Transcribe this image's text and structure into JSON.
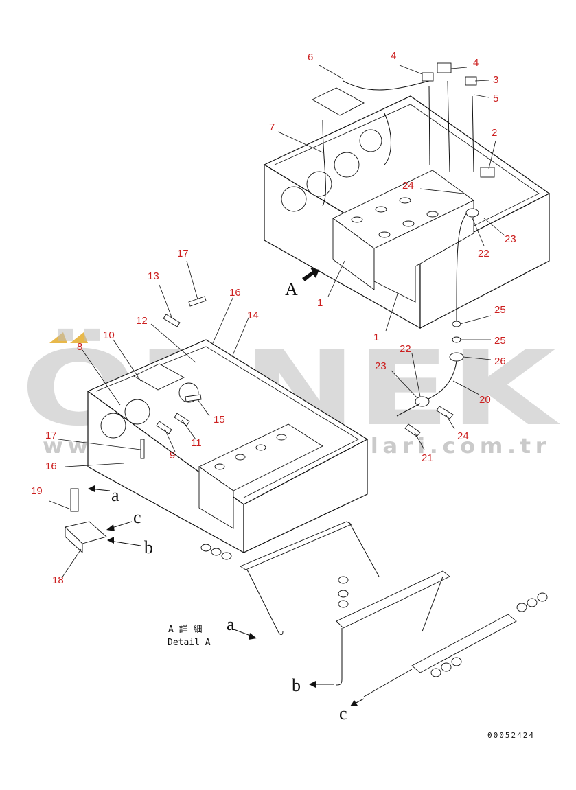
{
  "watermark": {
    "brand": "ÖRNEK",
    "url": "www.ornekismakinalari.com.tr",
    "accent_color": "#e8b84a"
  },
  "views": {
    "view_marker": "A",
    "detail_title_jp": "A 詳 細",
    "detail_title_en": "Detail A",
    "drawing_number": "00052424"
  },
  "arrows": {
    "a": "a",
    "b": "b",
    "c": "c"
  },
  "callouts": [
    {
      "id": "c6",
      "text": "6"
    },
    {
      "id": "c4a",
      "text": "4"
    },
    {
      "id": "c4b",
      "text": "4"
    },
    {
      "id": "c3",
      "text": "3"
    },
    {
      "id": "c5",
      "text": "5"
    },
    {
      "id": "c7",
      "text": "7"
    },
    {
      "id": "c2",
      "text": "2"
    },
    {
      "id": "c24a",
      "text": "24"
    },
    {
      "id": "c23a",
      "text": "23"
    },
    {
      "id": "c22a",
      "text": "22"
    },
    {
      "id": "c1a",
      "text": "1"
    },
    {
      "id": "c1b",
      "text": "1"
    },
    {
      "id": "c25a",
      "text": "25"
    },
    {
      "id": "c25b",
      "text": "25"
    },
    {
      "id": "c26",
      "text": "26"
    },
    {
      "id": "c22b",
      "text": "22"
    },
    {
      "id": "c23b",
      "text": "23"
    },
    {
      "id": "c20",
      "text": "20"
    },
    {
      "id": "c24b",
      "text": "24"
    },
    {
      "id": "c21",
      "text": "21"
    },
    {
      "id": "c17a",
      "text": "17"
    },
    {
      "id": "c13",
      "text": "13"
    },
    {
      "id": "c16a",
      "text": "16"
    },
    {
      "id": "c14",
      "text": "14"
    },
    {
      "id": "c12",
      "text": "12"
    },
    {
      "id": "c10",
      "text": "10"
    },
    {
      "id": "c8",
      "text": "8"
    },
    {
      "id": "c15",
      "text": "15"
    },
    {
      "id": "c11",
      "text": "11"
    },
    {
      "id": "c9",
      "text": "9"
    },
    {
      "id": "c17b",
      "text": "17"
    },
    {
      "id": "c16b",
      "text": "16"
    },
    {
      "id": "c19",
      "text": "19"
    },
    {
      "id": "c18",
      "text": "18"
    }
  ]
}
